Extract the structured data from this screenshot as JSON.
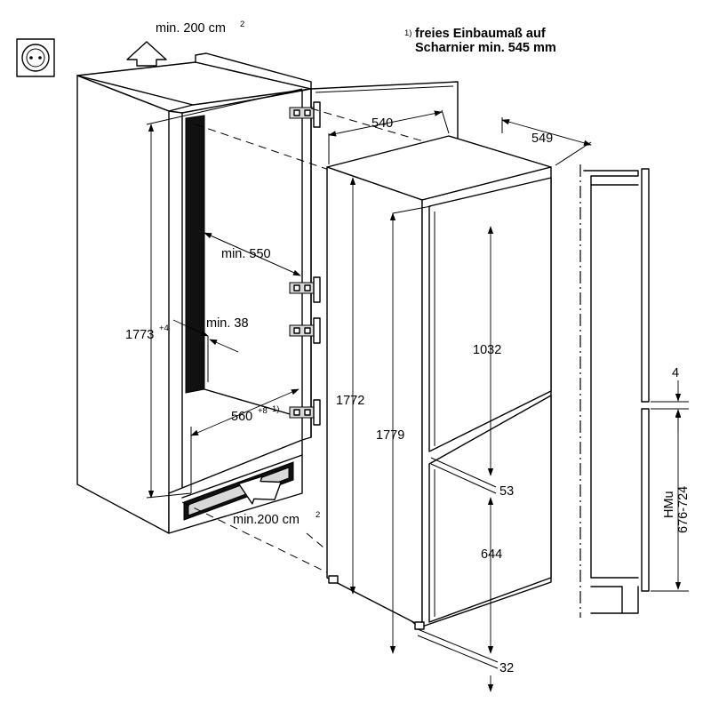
{
  "notes": {
    "note_marker": "1)",
    "note_line1": "freies Einbaumaß auf",
    "note_line2": "Scharnier min. 545 mm"
  },
  "ventilation": {
    "top_label": "min. 200 cm",
    "top_exp": "2",
    "bottom_label": "min.200 cm",
    "bottom_exp": "2"
  },
  "niche": {
    "height": "1773",
    "height_tol": "+4",
    "depth_min": "min. 550",
    "gap_min": "min. 38",
    "width": "560",
    "width_tol": "+8",
    "width_note": "1)"
  },
  "appliance": {
    "width": "540",
    "depth": "549",
    "height_body": "1772",
    "height_total": "1779",
    "upper_door": "1032",
    "door_gap": "53",
    "lower_door": "644",
    "bottom_gap": "32"
  },
  "side_view": {
    "top_gap": "4",
    "hmu_label": "HMu",
    "hmu_range": "676-724"
  }
}
